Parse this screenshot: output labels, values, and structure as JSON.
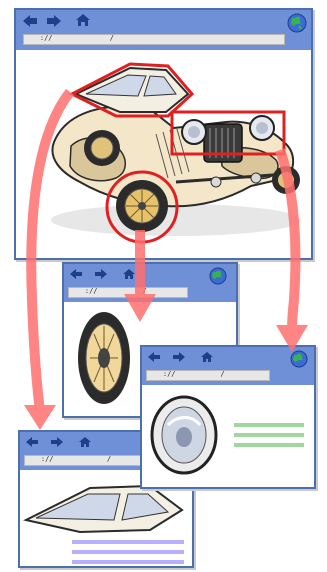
{
  "diagram": {
    "type": "web-page-linking-illustration",
    "colors": {
      "window_border": "#4c6fb0",
      "window_titlebar": "#6f8fd6",
      "arrow": "#ff6f6f",
      "highlight": "#e02020",
      "headlight_text_lines": "#9fd79f",
      "window_text_lines": "#b7b0ff"
    },
    "icons": [
      "back-arrow-icon",
      "forward-arrow-icon",
      "home-icon",
      "globe-icon"
    ],
    "windows": [
      {
        "id": "main-car-page",
        "url_text": "    :// ",
        "url_text2": "        / ",
        "image": "vintage-car",
        "hotspots": [
          "windshield",
          "headlights-grille",
          "wheel"
        ]
      },
      {
        "id": "wheel-page",
        "url_text": "    :// ",
        "url_text2": "  / ",
        "image": "spoked-wheel"
      },
      {
        "id": "headlight-page",
        "url_text": "    :// ",
        "url_text2": "  / ",
        "image": "headlight"
      },
      {
        "id": "window-page",
        "url_text": "    :// ",
        "url_text2": "    / ",
        "image": "car-window"
      }
    ]
  }
}
